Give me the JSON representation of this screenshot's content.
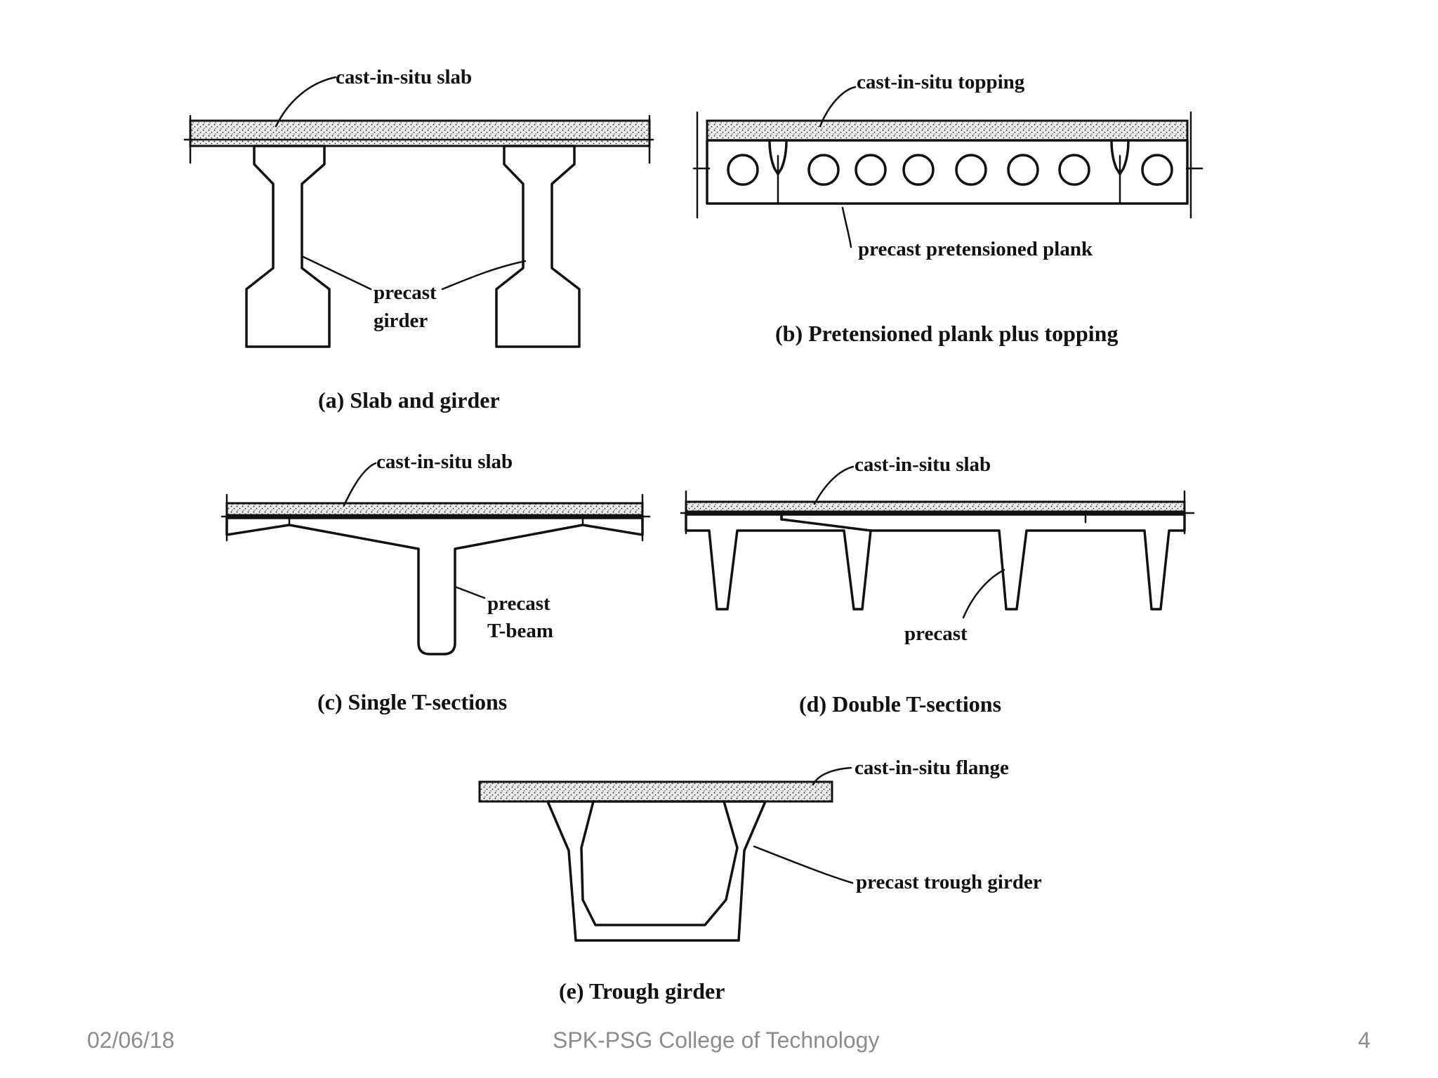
{
  "footer": {
    "date": "02/06/18",
    "institution": "SPK-PSG College of Technology",
    "page_number": "4"
  },
  "panels": {
    "a": {
      "caption": "(a) Slab and girder",
      "slab_label": "cast-in-situ slab",
      "girder_label_line1": "precast",
      "girder_label_line2": "girder"
    },
    "b": {
      "caption": "(b) Pretensioned plank plus topping",
      "topping_label": "cast-in-situ topping",
      "plank_label": "precast pretensioned plank"
    },
    "c": {
      "caption": "(c) Single T-sections",
      "slab_label": "cast-in-situ slab",
      "beam_label_line1": "precast",
      "beam_label_line2": "T-beam"
    },
    "d": {
      "caption": "(d) Double T-sections",
      "slab_label": "cast-in-situ slab",
      "precast_label": "precast"
    },
    "e": {
      "caption": "(e) Trough girder",
      "flange_label": "cast-in-situ flange",
      "girder_label": "precast trough girder"
    }
  }
}
